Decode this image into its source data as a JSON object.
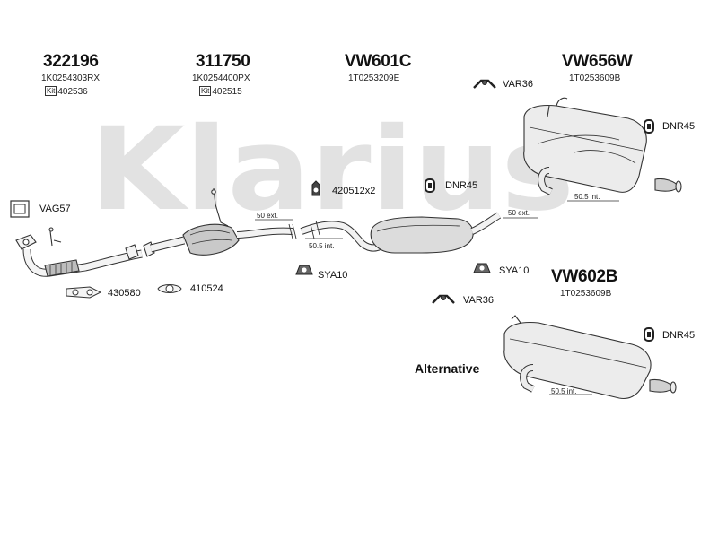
{
  "watermark": "Klarius",
  "parts": {
    "p322196": {
      "number": "322196",
      "oe": "1K0254303RX",
      "kit_icon": "Kit",
      "kit": "402536"
    },
    "p311750": {
      "number": "311750",
      "oe": "1K0254400PX",
      "kit_icon": "Kit",
      "kit": "402515"
    },
    "vw601c": {
      "number": "VW601C",
      "oe": "1T0253209E"
    },
    "vw656w": {
      "number": "VW656W",
      "oe": "1T0253609B"
    },
    "vw602b": {
      "number": "VW602B",
      "oe": "1T0253609B"
    }
  },
  "fittings": {
    "var36_top": "VAR36",
    "dnr45_top": "DNR45",
    "vag57": "VAG57",
    "p420512": "420512x2",
    "dnr45_mid": "DNR45",
    "sya10_left": "SYA10",
    "sya10_right": "SYA10",
    "var36_mid": "VAR36",
    "dnr45_bottom": "DNR45",
    "p430580": "430580",
    "p410524": "410524"
  },
  "dimensions": {
    "ext_50_left": "50 ext.",
    "int_505_left": "50.5 int.",
    "ext_50_right": "50 ext.",
    "int_505_top": "50.5 int.",
    "int_505_bottom": "50.5 int."
  },
  "alternative_label": "Alternative",
  "colors": {
    "watermark": "#e4e4e4",
    "line": "#333333",
    "part_fill": "#f2f2f2",
    "part_shade": "#9a9a9a"
  }
}
